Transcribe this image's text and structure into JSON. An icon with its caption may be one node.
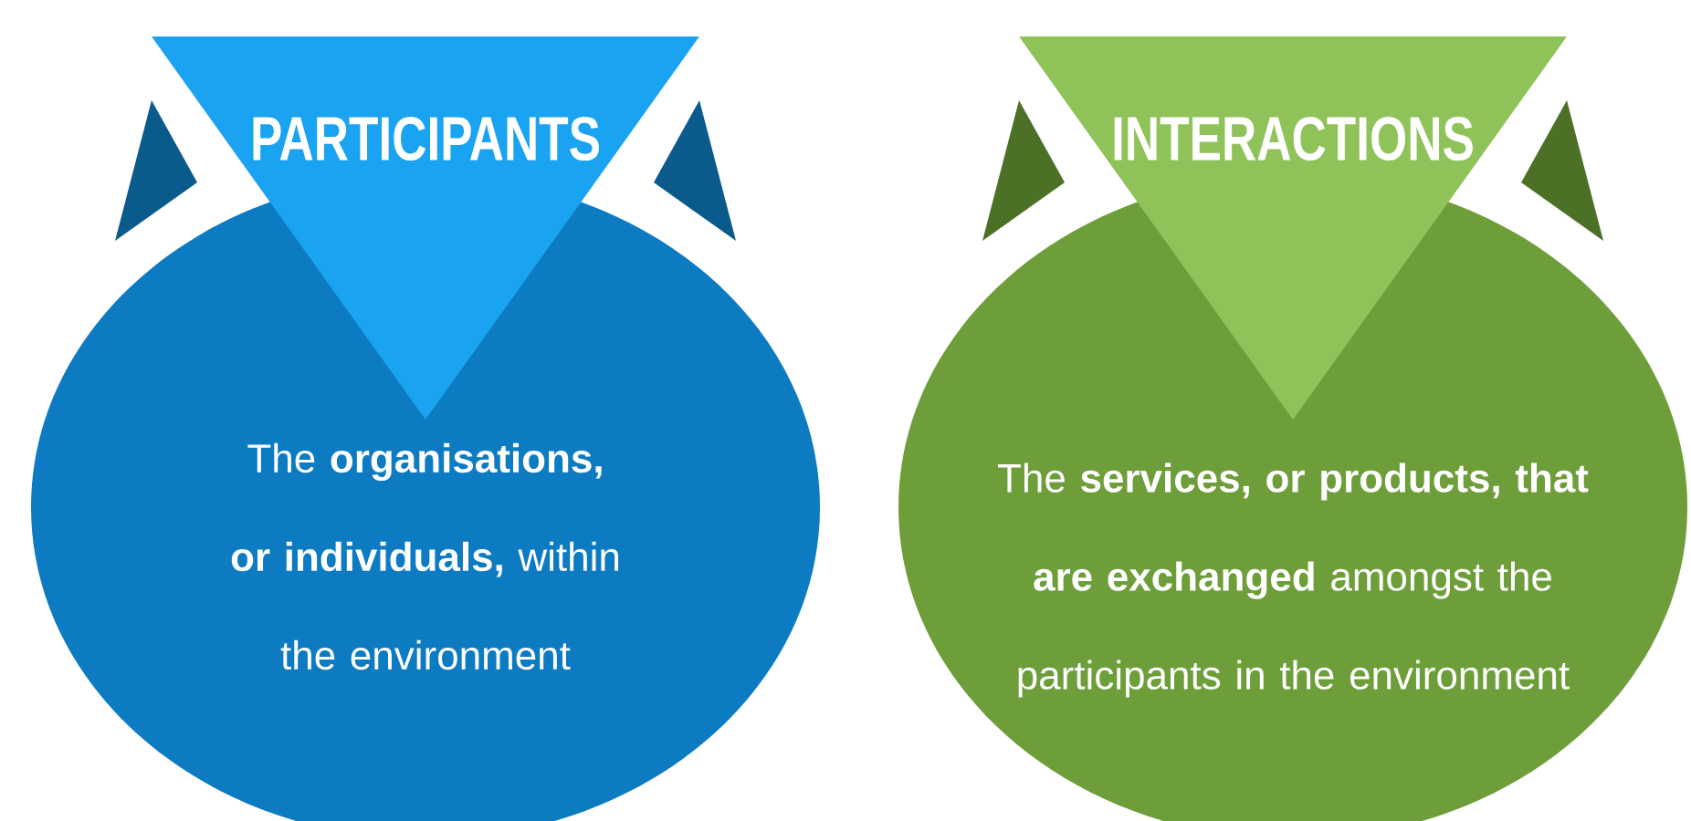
{
  "diagram": {
    "nodes": [
      {
        "text": [
          "PARTICIPANTS"
        ]
      },
      {
        "text": [
          "The **organisations, or individuals,** within the environment"
        ]
      },
      {
        "text": [
          "INTERACTIONS"
        ]
      },
      {
        "text": [
          "The **services, or products, that are exchanged** amongst the participants in the environment"
        ]
      }
    ]
  }
}
